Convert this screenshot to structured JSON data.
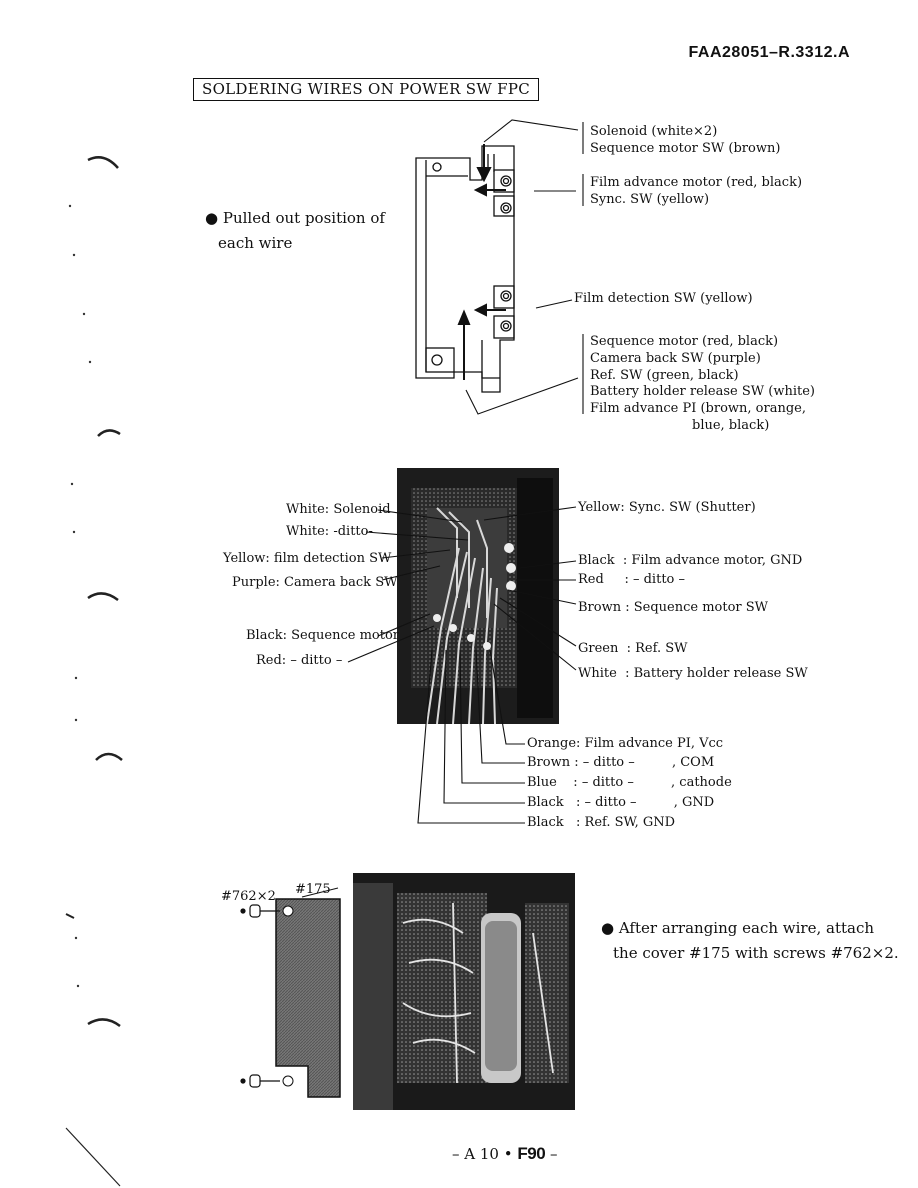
{
  "header": {
    "doc_id": "FAA28051–R.3312.A"
  },
  "section_title": "SOLDERING WIRES ON POWER SW FPC",
  "diagram": {
    "note_lines": [
      "● Pulled out position of",
      "each wire"
    ],
    "groups": [
      {
        "lines": [
          "Solenoid (white×2)",
          "Sequence motor SW (brown)"
        ]
      },
      {
        "lines": [
          "Film advance motor (red, black)",
          "Sync. SW (yellow)"
        ]
      },
      {
        "lines": [
          "Film detection SW (yellow)"
        ]
      },
      {
        "lines": [
          "Sequence motor (red, black)",
          "Camera back SW (purple)",
          "Ref. SW (green, black)",
          "Battery holder release SW (white)",
          "Film advance PI (brown, orange,",
          "blue, black)"
        ]
      }
    ]
  },
  "photo1": {
    "left_labels": [
      "White: Solenoid",
      "White: -ditto-",
      "Yellow: film detection SW",
      "Purple: Camera back SW",
      "Black: Sequence motor",
      "Red: – ditto –"
    ],
    "right_labels": [
      "Yellow: Sync. SW (Shutter)",
      "Black  : Film advance motor, GND",
      "Red     : – ditto –",
      "Brown : Sequence motor SW",
      "Green  : Ref. SW",
      "White  : Battery holder release SW"
    ],
    "bottom_labels": [
      "Orange: Film advance PI, Vcc",
      "Brown : – ditto –         , COM",
      "Blue    : – ditto –         , cathode",
      "Black   : – ditto –         , GND",
      "Black   : Ref. SW, GND"
    ]
  },
  "photo2": {
    "screw_label": "#762×2",
    "cover_label": "#175",
    "note_lines": [
      "● After arranging each wire, attach",
      "the cover #175 with screws #762×2."
    ]
  },
  "footer": {
    "page_prefix": "– A 10 •",
    "model": "F90",
    "page_suffix": "–"
  }
}
